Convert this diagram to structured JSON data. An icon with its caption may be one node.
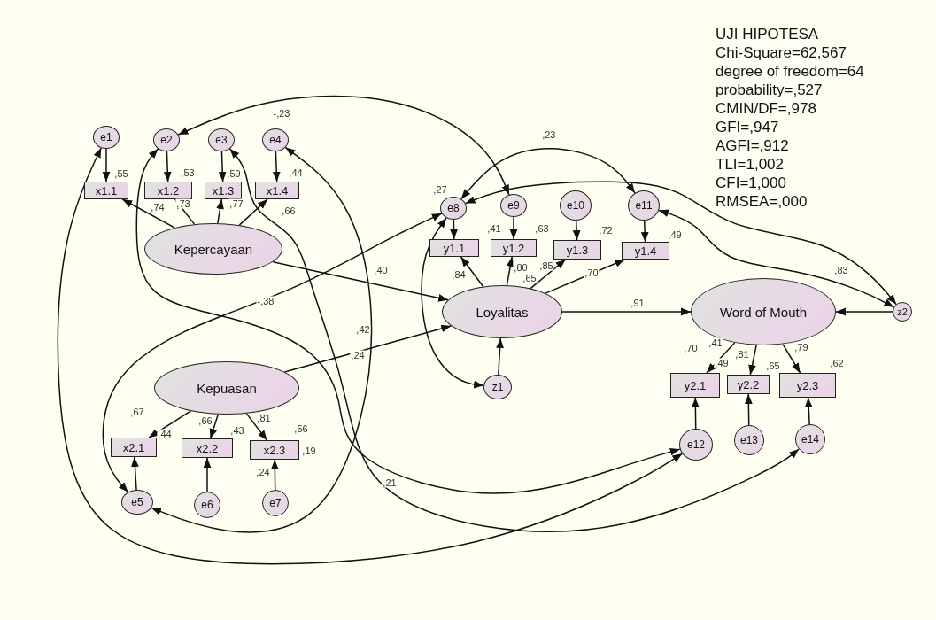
{
  "diagram": {
    "title": "UJI HIPOTESA",
    "nodes": [
      {
        "text": [
          "e1"
        ]
      },
      {
        "text": [
          "e2"
        ]
      },
      {
        "text": [
          "e3"
        ]
      },
      {
        "text": [
          "e4"
        ]
      },
      {
        "text": [
          "x1.1"
        ],
        "beside": [
          ",55"
        ]
      },
      {
        "text": [
          "x1.2"
        ],
        "beside": [
          ",53"
        ]
      },
      {
        "text": [
          "x1.3"
        ],
        "beside": [
          ",59"
        ]
      },
      {
        "text": [
          "x1.4"
        ],
        "beside": [
          ",44"
        ]
      },
      {
        "text": [
          "Kepercayaan"
        ]
      },
      {
        "text": [
          "e8"
        ],
        "beside": [
          ",27"
        ]
      },
      {
        "text": [
          "e9"
        ]
      },
      {
        "text": [
          "e10"
        ]
      },
      {
        "text": [
          "e11"
        ]
      },
      {
        "text": [
          "y1.1"
        ],
        "beside": [
          ",41"
        ]
      },
      {
        "text": [
          "y1.2"
        ],
        "beside": [
          ",63"
        ]
      },
      {
        "text": [
          "y1.3"
        ],
        "beside": [
          ",72"
        ]
      },
      {
        "text": [
          "y1.4"
        ],
        "beside": [
          ",49"
        ]
      },
      {
        "text": [
          "Loyalitas"
        ]
      },
      {
        "text": [
          "Word of Mouth"
        ],
        "beside": [
          ",83"
        ]
      },
      {
        "text": [
          "z2"
        ]
      },
      {
        "text": [
          "z1"
        ]
      },
      {
        "text": [
          "Kepuasan"
        ]
      },
      {
        "text": [
          "y2.1"
        ],
        "beside": [
          ",49"
        ]
      },
      {
        "text": [
          "y2.2"
        ],
        "beside": [
          ",65"
        ]
      },
      {
        "text": [
          "y2.3"
        ],
        "beside": [
          ",62"
        ]
      },
      {
        "text": [
          "x2.1"
        ],
        "beside": [
          ",44"
        ]
      },
      {
        "text": [
          "x2.2"
        ],
        "beside": [
          ",43"
        ]
      },
      {
        "text": [
          "x2.3"
        ],
        "beside": [
          ",56"
        ]
      },
      {
        "text": [
          "e12"
        ]
      },
      {
        "text": [
          "e13"
        ]
      },
      {
        "text": [
          "e14"
        ]
      },
      {
        "text": [
          "e5"
        ]
      },
      {
        "text": [
          "e6"
        ]
      },
      {
        "text": [
          "e7"
        ]
      }
    ],
    "edges": [
      {
        "from": 0,
        "to": 4,
        "arrow": "to"
      },
      {
        "from": 1,
        "to": 5,
        "arrow": "to"
      },
      {
        "from": 2,
        "to": 6,
        "arrow": "to"
      },
      {
        "from": 3,
        "to": 7,
        "arrow": "to"
      },
      {
        "from": 8,
        "to": 4,
        "arrow": "to",
        "label": ",74"
      },
      {
        "from": 8,
        "to": 5,
        "arrow": "to",
        "label": ",73"
      },
      {
        "from": 8,
        "to": 6,
        "arrow": "to",
        "label": ",77"
      },
      {
        "from": 8,
        "to": 7,
        "arrow": "to",
        "label": ",66"
      },
      {
        "from": 8,
        "to": 17,
        "arrow": "to",
        "label": ",40"
      },
      {
        "from": 21,
        "to": 17,
        "arrow": "to",
        "label": ",24"
      },
      {
        "from": 9,
        "to": 13,
        "arrow": "to"
      },
      {
        "from": 10,
        "to": 14,
        "arrow": "to"
      },
      {
        "from": 11,
        "to": 15,
        "arrow": "to"
      },
      {
        "from": 12,
        "to": 16,
        "arrow": "to"
      },
      {
        "from": 17,
        "to": 13,
        "arrow": "to",
        "label": ",84"
      },
      {
        "from": 17,
        "to": 14,
        "arrow": "to",
        "label": ",80"
      },
      {
        "from": 17,
        "to": 15,
        "arrow": "to",
        "label": ",85"
      },
      {
        "from": 17,
        "to": 16,
        "arrow": "to",
        "label": ",70"
      },
      {
        "from": 17,
        "to": 18,
        "arrow": "to",
        "label": ",91"
      },
      {
        "from": 20,
        "to": 17,
        "arrow": "to"
      },
      {
        "from": 19,
        "to": 18,
        "arrow": "to"
      },
      {
        "from": 18,
        "to": 22,
        "arrow": "to",
        "label": ",70"
      },
      {
        "from": 18,
        "to": 23,
        "arrow": "to",
        "label": ",81"
      },
      {
        "from": 18,
        "to": 24,
        "arrow": "to",
        "label": ",79"
      },
      {
        "from": 28,
        "to": 22,
        "arrow": "to"
      },
      {
        "from": 29,
        "to": 23,
        "arrow": "to"
      },
      {
        "from": 30,
        "to": 24,
        "arrow": "to"
      },
      {
        "from": 21,
        "to": 25,
        "arrow": "to",
        "label": ",67"
      },
      {
        "from": 21,
        "to": 26,
        "arrow": "to",
        "label": ",66"
      },
      {
        "from": 21,
        "to": 27,
        "arrow": "to",
        "label": ",81"
      },
      {
        "from": 31,
        "to": 25,
        "arrow": "to"
      },
      {
        "from": 32,
        "to": 26,
        "arrow": "to"
      },
      {
        "from": 33,
        "to": 27,
        "arrow": "to"
      },
      {
        "from": 1,
        "to": 10,
        "arrow": "both",
        "label": "-,23"
      },
      {
        "from": 9,
        "to": 12,
        "arrow": "both",
        "label": "-,23"
      },
      {
        "from": 3,
        "to": 31,
        "arrow": "both",
        "label": ",42"
      },
      {
        "from": 9,
        "to": 20,
        "arrow": "both"
      },
      {
        "from": 31,
        "to": 9,
        "arrow": "both",
        "label": "-,38"
      },
      {
        "from": 9,
        "to": 19,
        "arrow": "both"
      },
      {
        "from": 12,
        "to": 19,
        "arrow": "both"
      },
      {
        "from": 0,
        "to": 28,
        "arrow": "both"
      },
      {
        "from": 1,
        "to": 28,
        "arrow": "both",
        "label": ",21"
      },
      {
        "from": 2,
        "to": 30,
        "arrow": "both"
      }
    ],
    "labels": [
      "Chi-Square=62,567",
      "degree of freedom=64",
      "probability=,527",
      "CMIN/DF=,978",
      "GFI=,947",
      "AGFI=,912",
      "TLI=1,002",
      "CFI=1,000",
      "RMSEA=,000",
      ",65",
      ",41",
      ",19",
      ",24"
    ]
  }
}
